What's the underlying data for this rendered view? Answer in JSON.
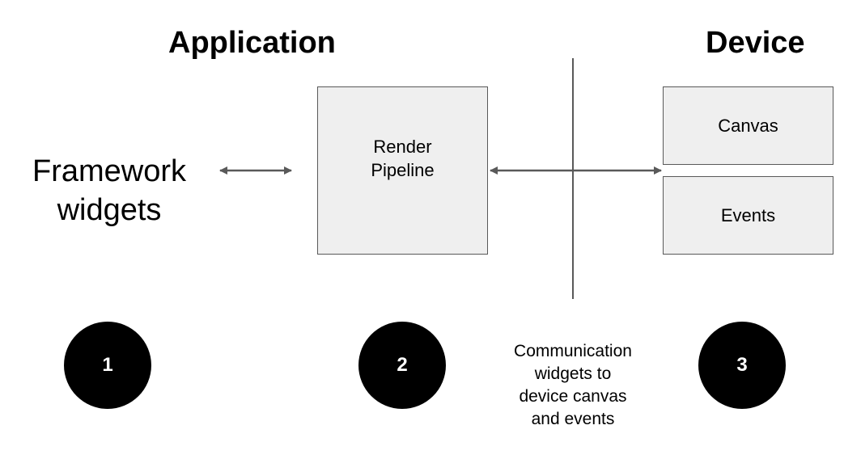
{
  "headings": {
    "application": "Application",
    "device": "Device"
  },
  "framework": {
    "line1": "Framework",
    "line2": "widgets"
  },
  "render_pipeline": {
    "line1": "Render",
    "line2": "Pipeline"
  },
  "device_boxes": {
    "canvas": "Canvas",
    "events": "Events"
  },
  "markers": [
    "1",
    "2",
    "3"
  ],
  "note": {
    "line1": "Communication",
    "line2": "widgets to",
    "line3": "device canvas",
    "line4": "and events"
  },
  "colors": {
    "box_fill": "#efefef",
    "box_border": "#595959",
    "arrow": "#595959",
    "marker_fill": "#000000",
    "marker_text": "#ffffff"
  }
}
